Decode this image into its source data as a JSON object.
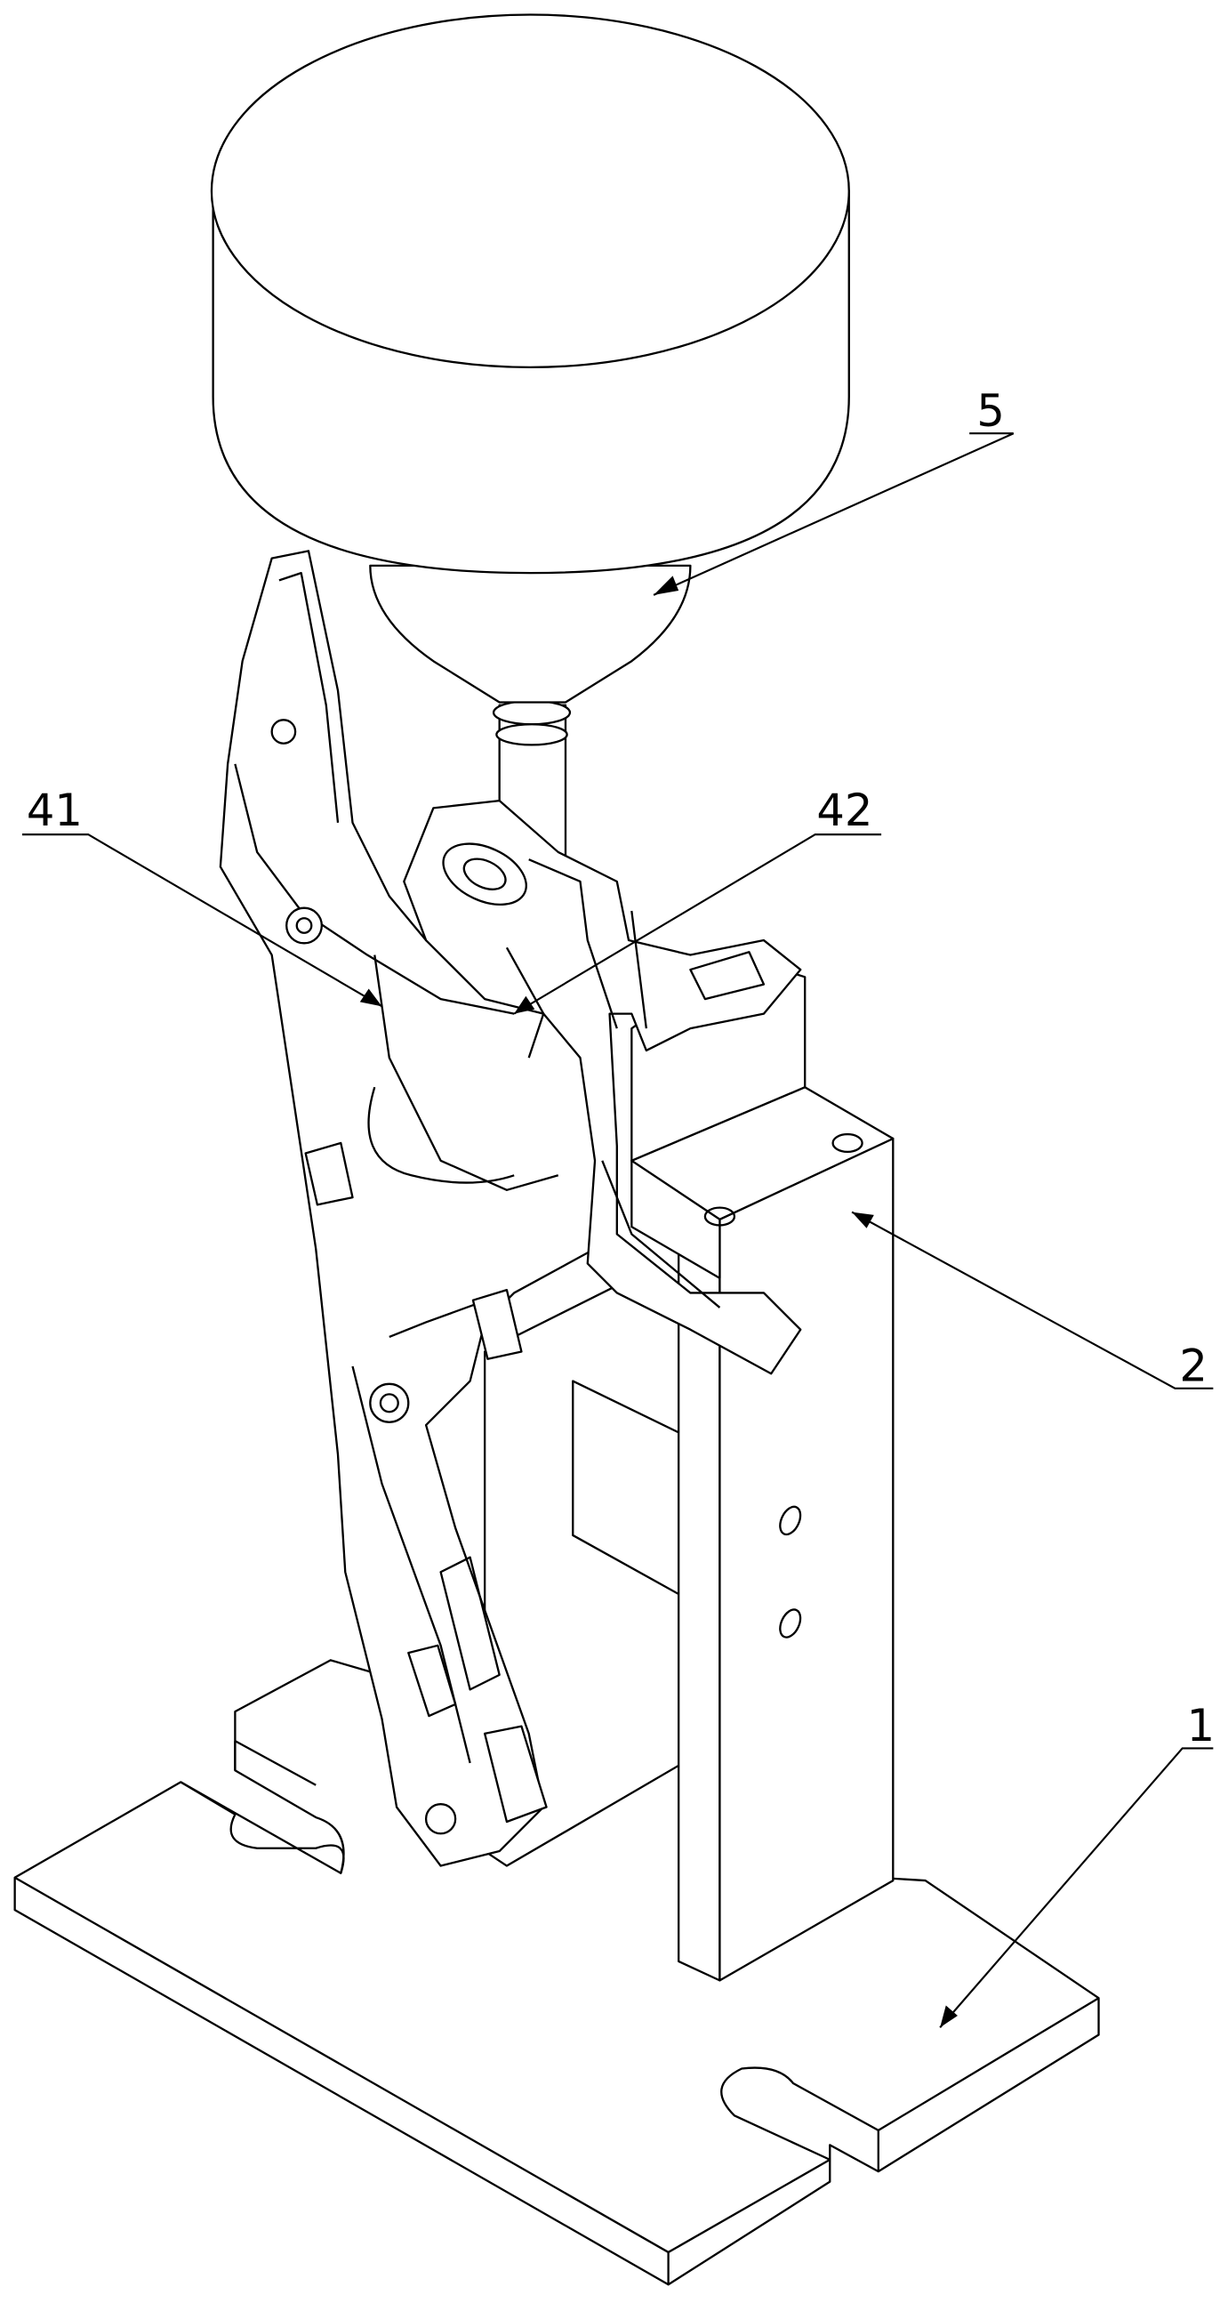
{
  "figure": {
    "labels": {
      "hopper": "5",
      "left_arm": "41",
      "right_arm": "42",
      "support_block": "2",
      "base_plate": "1"
    }
  }
}
